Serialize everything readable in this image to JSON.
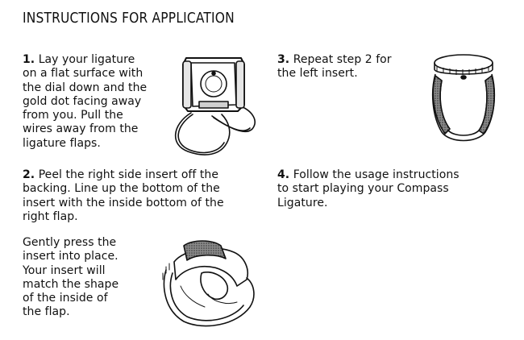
{
  "header": {
    "title": "INSTRUCTIONS FOR APPLICATION"
  },
  "steps": [
    {
      "number": "1.",
      "text": "Lay your ligature\non a flat surface with\nthe dial down and the\ngold dot facing away\nfrom you. Pull the\nwires away from the\nligature flaps."
    },
    {
      "number": "2.",
      "text": "Peel the right side insert off the\nbacking. Line up the bottom of the\ninsert with the inside bottom of the\nright flap."
    },
    {
      "number": "3.",
      "text": "Repeat step 2 for\nthe left insert."
    },
    {
      "number": "4.",
      "text": "Follow the usage instructions\nto start playing your Compass\nLigature."
    }
  ],
  "step2_continued": "Gently press the\ninsert into place.\nYour insert will\nmatch the shape\nof the inside of\nthe flap."
}
